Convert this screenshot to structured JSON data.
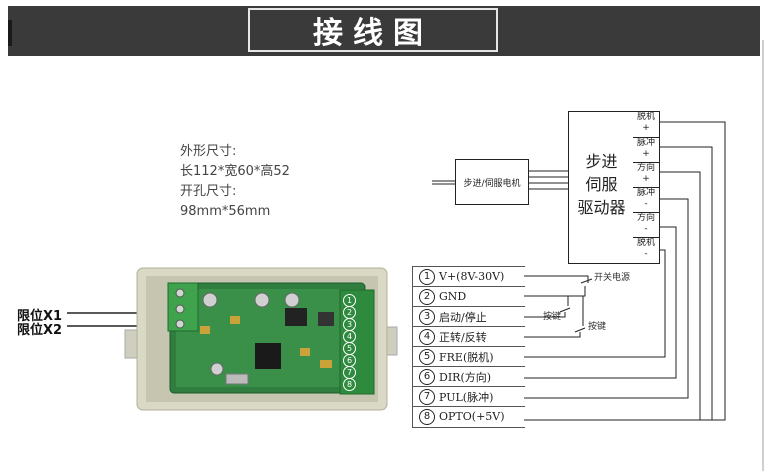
{
  "banner": {
    "title": "接线图"
  },
  "dimensions": {
    "lines": [
      "外形尺寸:",
      "长112*宽60*高52",
      "开孔尺寸:",
      "98mm*56mm"
    ]
  },
  "motor": {
    "label": "步进/伺服电机"
  },
  "driver": {
    "label_lines": [
      "步进",
      "伺服",
      "驱动器"
    ],
    "terminals": [
      {
        "line1": "脱机",
        "line2": "+"
      },
      {
        "line1": "脉冲",
        "line2": "+"
      },
      {
        "line1": "方向",
        "line2": "+"
      },
      {
        "line1": "脉冲",
        "line2": "-"
      },
      {
        "line1": "方向",
        "line2": "-"
      },
      {
        "line1": "脱机",
        "line2": "-"
      }
    ]
  },
  "pins": [
    {
      "num": "1",
      "label": "V+(8V-30V)"
    },
    {
      "num": "2",
      "label": "GND"
    },
    {
      "num": "3",
      "label": "启动/停止"
    },
    {
      "num": "4",
      "label": "正转/反转"
    },
    {
      "num": "5",
      "label": "FRE(脱机)"
    },
    {
      "num": "6",
      "label": "DIR(方向)"
    },
    {
      "num": "7",
      "label": "PUL(脉冲)"
    },
    {
      "num": "8",
      "label": "OPTO(+5V)"
    }
  ],
  "annotations": {
    "power_switch": "开关电源",
    "button_1": "按键",
    "button_2": "按键"
  },
  "limits": {
    "x1": "限位X1",
    "x2": "限位X2"
  },
  "board_terminal_numbers": [
    "1",
    "2",
    "3",
    "4",
    "5",
    "6",
    "7",
    "8"
  ]
}
